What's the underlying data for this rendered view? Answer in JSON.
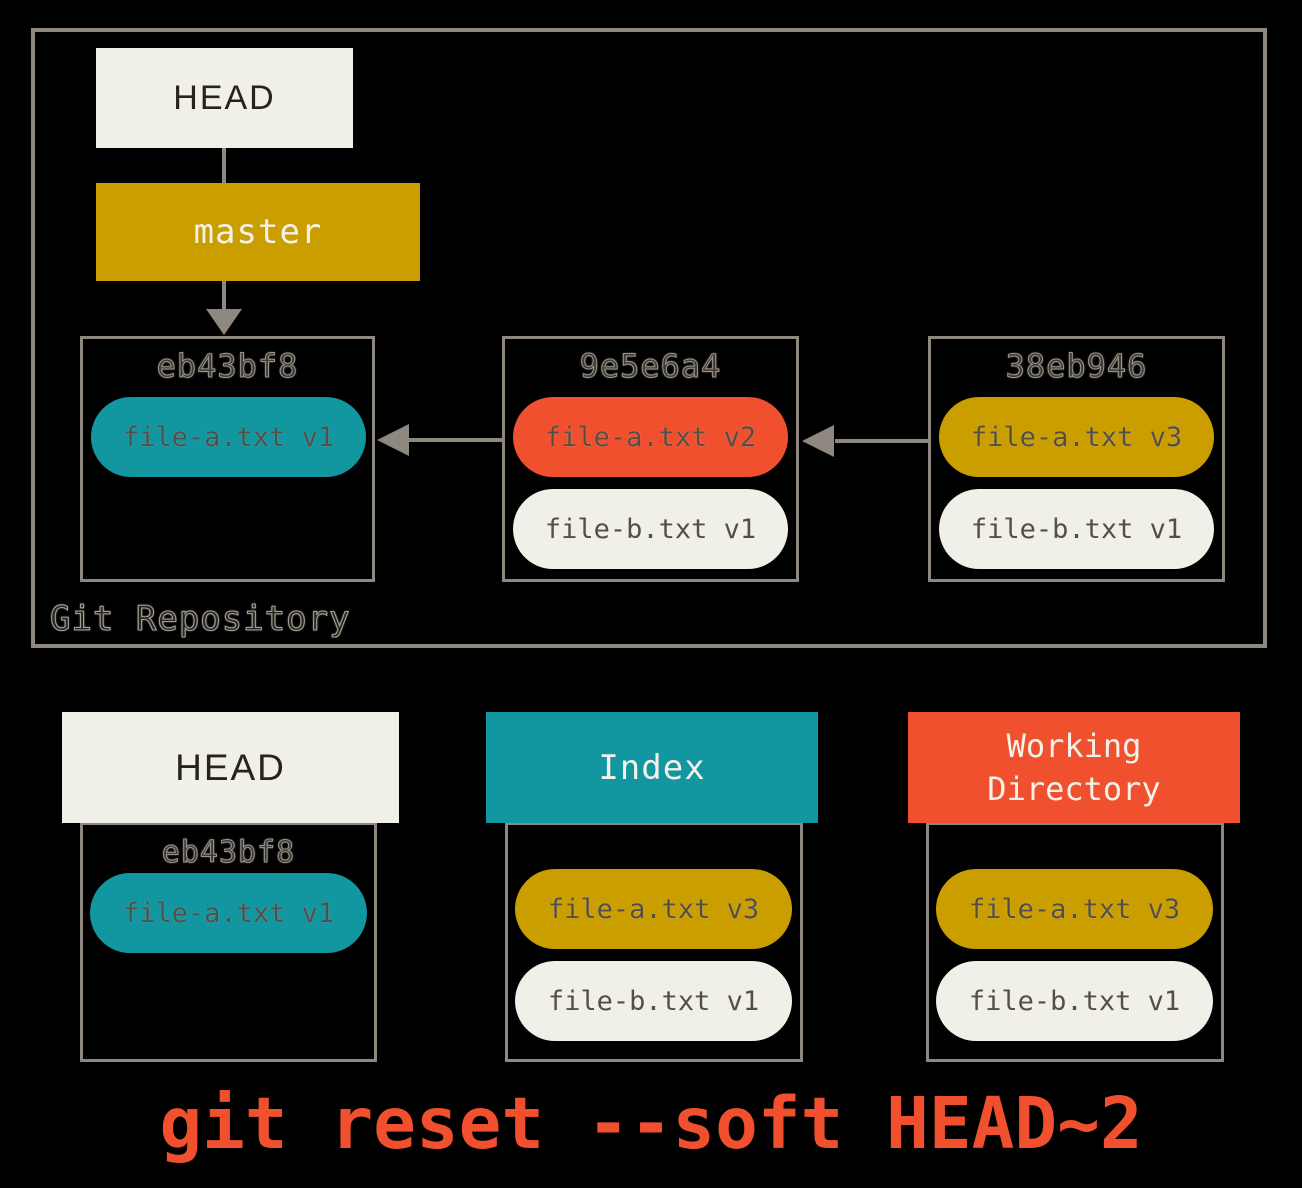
{
  "repository": {
    "label": "Git Repository",
    "head": {
      "label": "HEAD"
    },
    "branch": {
      "label": "master",
      "color": "#cb9e00"
    },
    "commits": [
      {
        "id": "eb43bf8",
        "files": [
          {
            "name": "file-a.txt v1",
            "color": "#12969f"
          }
        ]
      },
      {
        "id": "9e5e6a4",
        "files": [
          {
            "name": "file-a.txt v2",
            "color": "#f0502d"
          },
          {
            "name": "file-b.txt v1",
            "color": "#f0efe8"
          }
        ]
      },
      {
        "id": "38eb946",
        "files": [
          {
            "name": "file-a.txt v3",
            "color": "#cb9e00"
          },
          {
            "name": "file-b.txt v1",
            "color": "#f0efe8"
          }
        ]
      }
    ]
  },
  "workspace": {
    "areas": [
      {
        "title": "HEAD",
        "color": "#f0efe8",
        "commit_id": "eb43bf8",
        "files": [
          {
            "name": "file-a.txt v1",
            "color": "#12969f"
          }
        ]
      },
      {
        "title": "Index",
        "color": "#12969f",
        "files": [
          {
            "name": "file-a.txt v3",
            "color": "#cb9e00"
          },
          {
            "name": "file-b.txt v1",
            "color": "#f0efe8"
          }
        ]
      },
      {
        "title": "Working Directory",
        "color": "#f0502d",
        "files": [
          {
            "name": "file-a.txt v3",
            "color": "#cb9e00"
          },
          {
            "name": "file-b.txt v1",
            "color": "#f0efe8"
          }
        ]
      }
    ]
  },
  "caption": {
    "text": "git reset --soft HEAD~2",
    "color": "#f1502f"
  },
  "colors": {
    "background": "#000000",
    "box_border": "#8e8780",
    "cream": "#f0efe8",
    "teal": "#12969f",
    "gold": "#cb9e00",
    "red": "#f0502d",
    "dark_text": "#3f3a35",
    "light_text": "#f3f1ea"
  }
}
